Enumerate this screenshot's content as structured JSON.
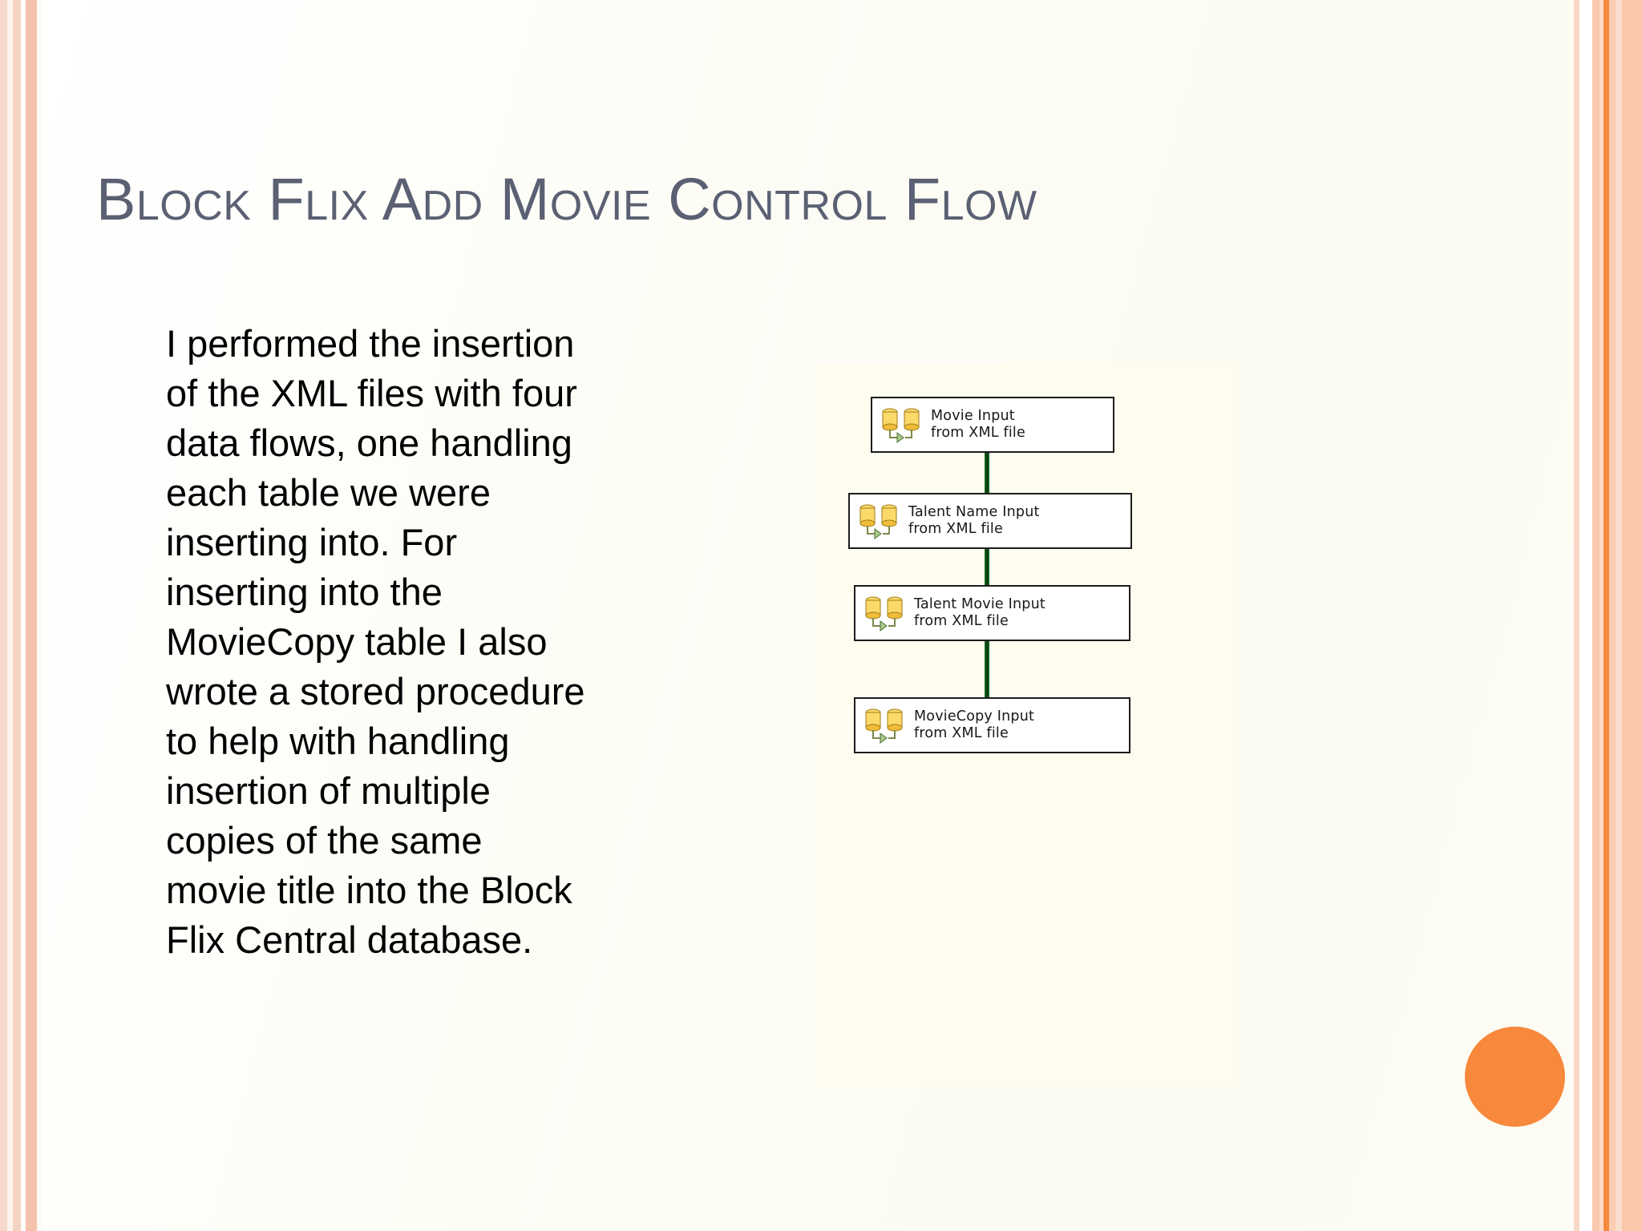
{
  "slide": {
    "title": "Block Flix Add Movie Control Flow",
    "body": "I performed the insertion of the XML files with four data flows, one handling each table we were inserting into. For inserting into the MovieCopy table I also wrote a stored procedure to help with handling insertion of multiple copies of the same movie title into the Block Flix Central database."
  },
  "theme": {
    "title_color": "#5b6073",
    "body_color": "#000000",
    "accent_circle_color": "#f8883b",
    "border_stripe_colors": [
      "#f6d8cc",
      "#f5d3c3",
      "#f5c3ac",
      "#fbc9ae",
      "#f58a3c",
      "#fbc7aa"
    ],
    "panel_background": "#fdfcef",
    "flow_arrow_color": "#0a6b1e",
    "flow_box_border": "#1c1c1c"
  },
  "diagram": {
    "name": "control-flow-diagram",
    "boxes": [
      {
        "id": "movie-input",
        "line1": "Movie Input",
        "line2": "from XML file",
        "icon": "data-flow-task-icon"
      },
      {
        "id": "talent-name-input",
        "line1": "Talent Name Input",
        "line2": "from XML file",
        "icon": "data-flow-task-icon"
      },
      {
        "id": "talent-movie-input",
        "line1": "Talent Movie Input",
        "line2": "from XML file",
        "icon": "data-flow-task-icon"
      },
      {
        "id": "moviecopy-input",
        "line1": "MovieCopy Input",
        "line2": "from XML file",
        "icon": "data-flow-task-icon"
      }
    ],
    "connectors": [
      {
        "id": "connector-1",
        "from": "movie-input",
        "to": "talent-name-input",
        "icon": "down-arrow-icon"
      },
      {
        "id": "connector-2",
        "from": "talent-name-input",
        "to": "talent-movie-input",
        "icon": "down-arrow-icon"
      },
      {
        "id": "connector-3",
        "from": "talent-movie-input",
        "to": "moviecopy-input",
        "icon": "down-arrow-icon"
      }
    ]
  }
}
